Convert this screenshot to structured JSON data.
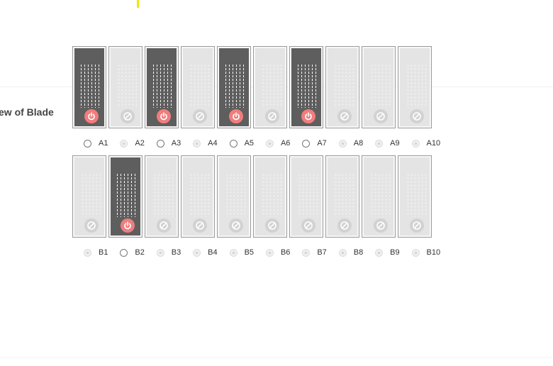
{
  "panel": {
    "title": "ew of Blade"
  },
  "colors": {
    "blade_on": "#5e5e5e",
    "blade_off": "#e4e4e4",
    "power_on": "#f07d7d",
    "power_off": "#d2d2d2"
  },
  "row_a": [
    {
      "label": "A1",
      "state": "on",
      "icon": "power-icon"
    },
    {
      "label": "A2",
      "state": "off",
      "icon": "disabled-icon"
    },
    {
      "label": "A3",
      "state": "on",
      "icon": "power-icon"
    },
    {
      "label": "A4",
      "state": "off",
      "icon": "disabled-icon"
    },
    {
      "label": "A5",
      "state": "on",
      "icon": "power-icon"
    },
    {
      "label": "A6",
      "state": "off",
      "icon": "disabled-icon"
    },
    {
      "label": "A7",
      "state": "on",
      "icon": "power-icon"
    },
    {
      "label": "A8",
      "state": "off",
      "icon": "disabled-icon"
    },
    {
      "label": "A9",
      "state": "off",
      "icon": "disabled-icon"
    },
    {
      "label": "A10",
      "state": "off",
      "icon": "disabled-icon"
    }
  ],
  "row_b": [
    {
      "label": "B1",
      "state": "off",
      "icon": "disabled-icon"
    },
    {
      "label": "B2",
      "state": "on",
      "icon": "power-icon"
    },
    {
      "label": "B3",
      "state": "off",
      "icon": "disabled-icon"
    },
    {
      "label": "B4",
      "state": "off",
      "icon": "disabled-icon"
    },
    {
      "label": "B5",
      "state": "off",
      "icon": "disabled-icon"
    },
    {
      "label": "B6",
      "state": "off",
      "icon": "disabled-icon"
    },
    {
      "label": "B7",
      "state": "off",
      "icon": "disabled-icon"
    },
    {
      "label": "B8",
      "state": "off",
      "icon": "disabled-icon"
    },
    {
      "label": "B9",
      "state": "off",
      "icon": "disabled-icon"
    },
    {
      "label": "B10",
      "state": "off",
      "icon": "disabled-icon"
    }
  ]
}
